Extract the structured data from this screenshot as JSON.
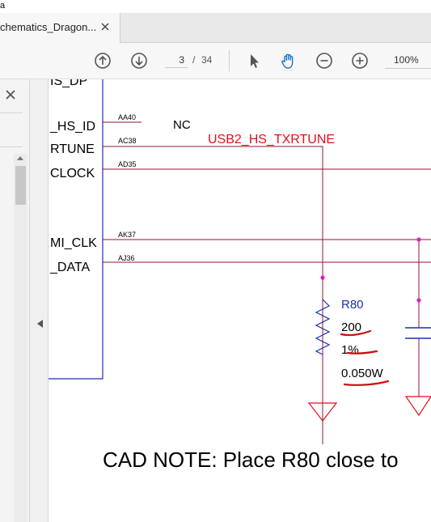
{
  "window": {
    "title_fragment": "a"
  },
  "tab": {
    "label": "chematics_Dragon..."
  },
  "toolbar": {
    "page_current": "3",
    "page_separator": "/",
    "page_total": "34",
    "zoom": "100%"
  },
  "colors": {
    "net_wire": "#8b1a2b",
    "component_blue": "#1f2fb3",
    "net_label_red": "#e0101a",
    "ground_red": "#e0101a",
    "junction_dot": "#e020d0",
    "annotation_ink": "#cc1010"
  },
  "schematic": {
    "pins": [
      {
        "name": "IS_DP",
        "pad": ""
      },
      {
        "name": "_HS_ID",
        "pad": "AA40"
      },
      {
        "name": "RTUNE",
        "pad": "AC38"
      },
      {
        "name": "CLOCK",
        "pad": "AD35"
      },
      {
        "name": "MI_CLK",
        "pad": "AK37"
      },
      {
        "name": "_DATA",
        "pad": "AJ36"
      }
    ],
    "nc_label": "NC",
    "net_label": "USB2_HS_TXRTUNE",
    "resistor": {
      "ref": "R80",
      "value": "200",
      "tolerance": "1%",
      "power": "0.050W"
    },
    "cad_note": "CAD NOTE: Place R80 close to"
  },
  "icons": {
    "tab_close": "close-icon",
    "prev_page": "arrow-up-circle-icon",
    "next_page": "arrow-down-circle-icon",
    "select_tool": "cursor-arrow-icon",
    "hand_tool": "hand-icon",
    "zoom_out": "minus-circle-icon",
    "zoom_in": "plus-circle-icon",
    "panel_close": "close-icon",
    "collapse": "chevron-left-icon"
  }
}
